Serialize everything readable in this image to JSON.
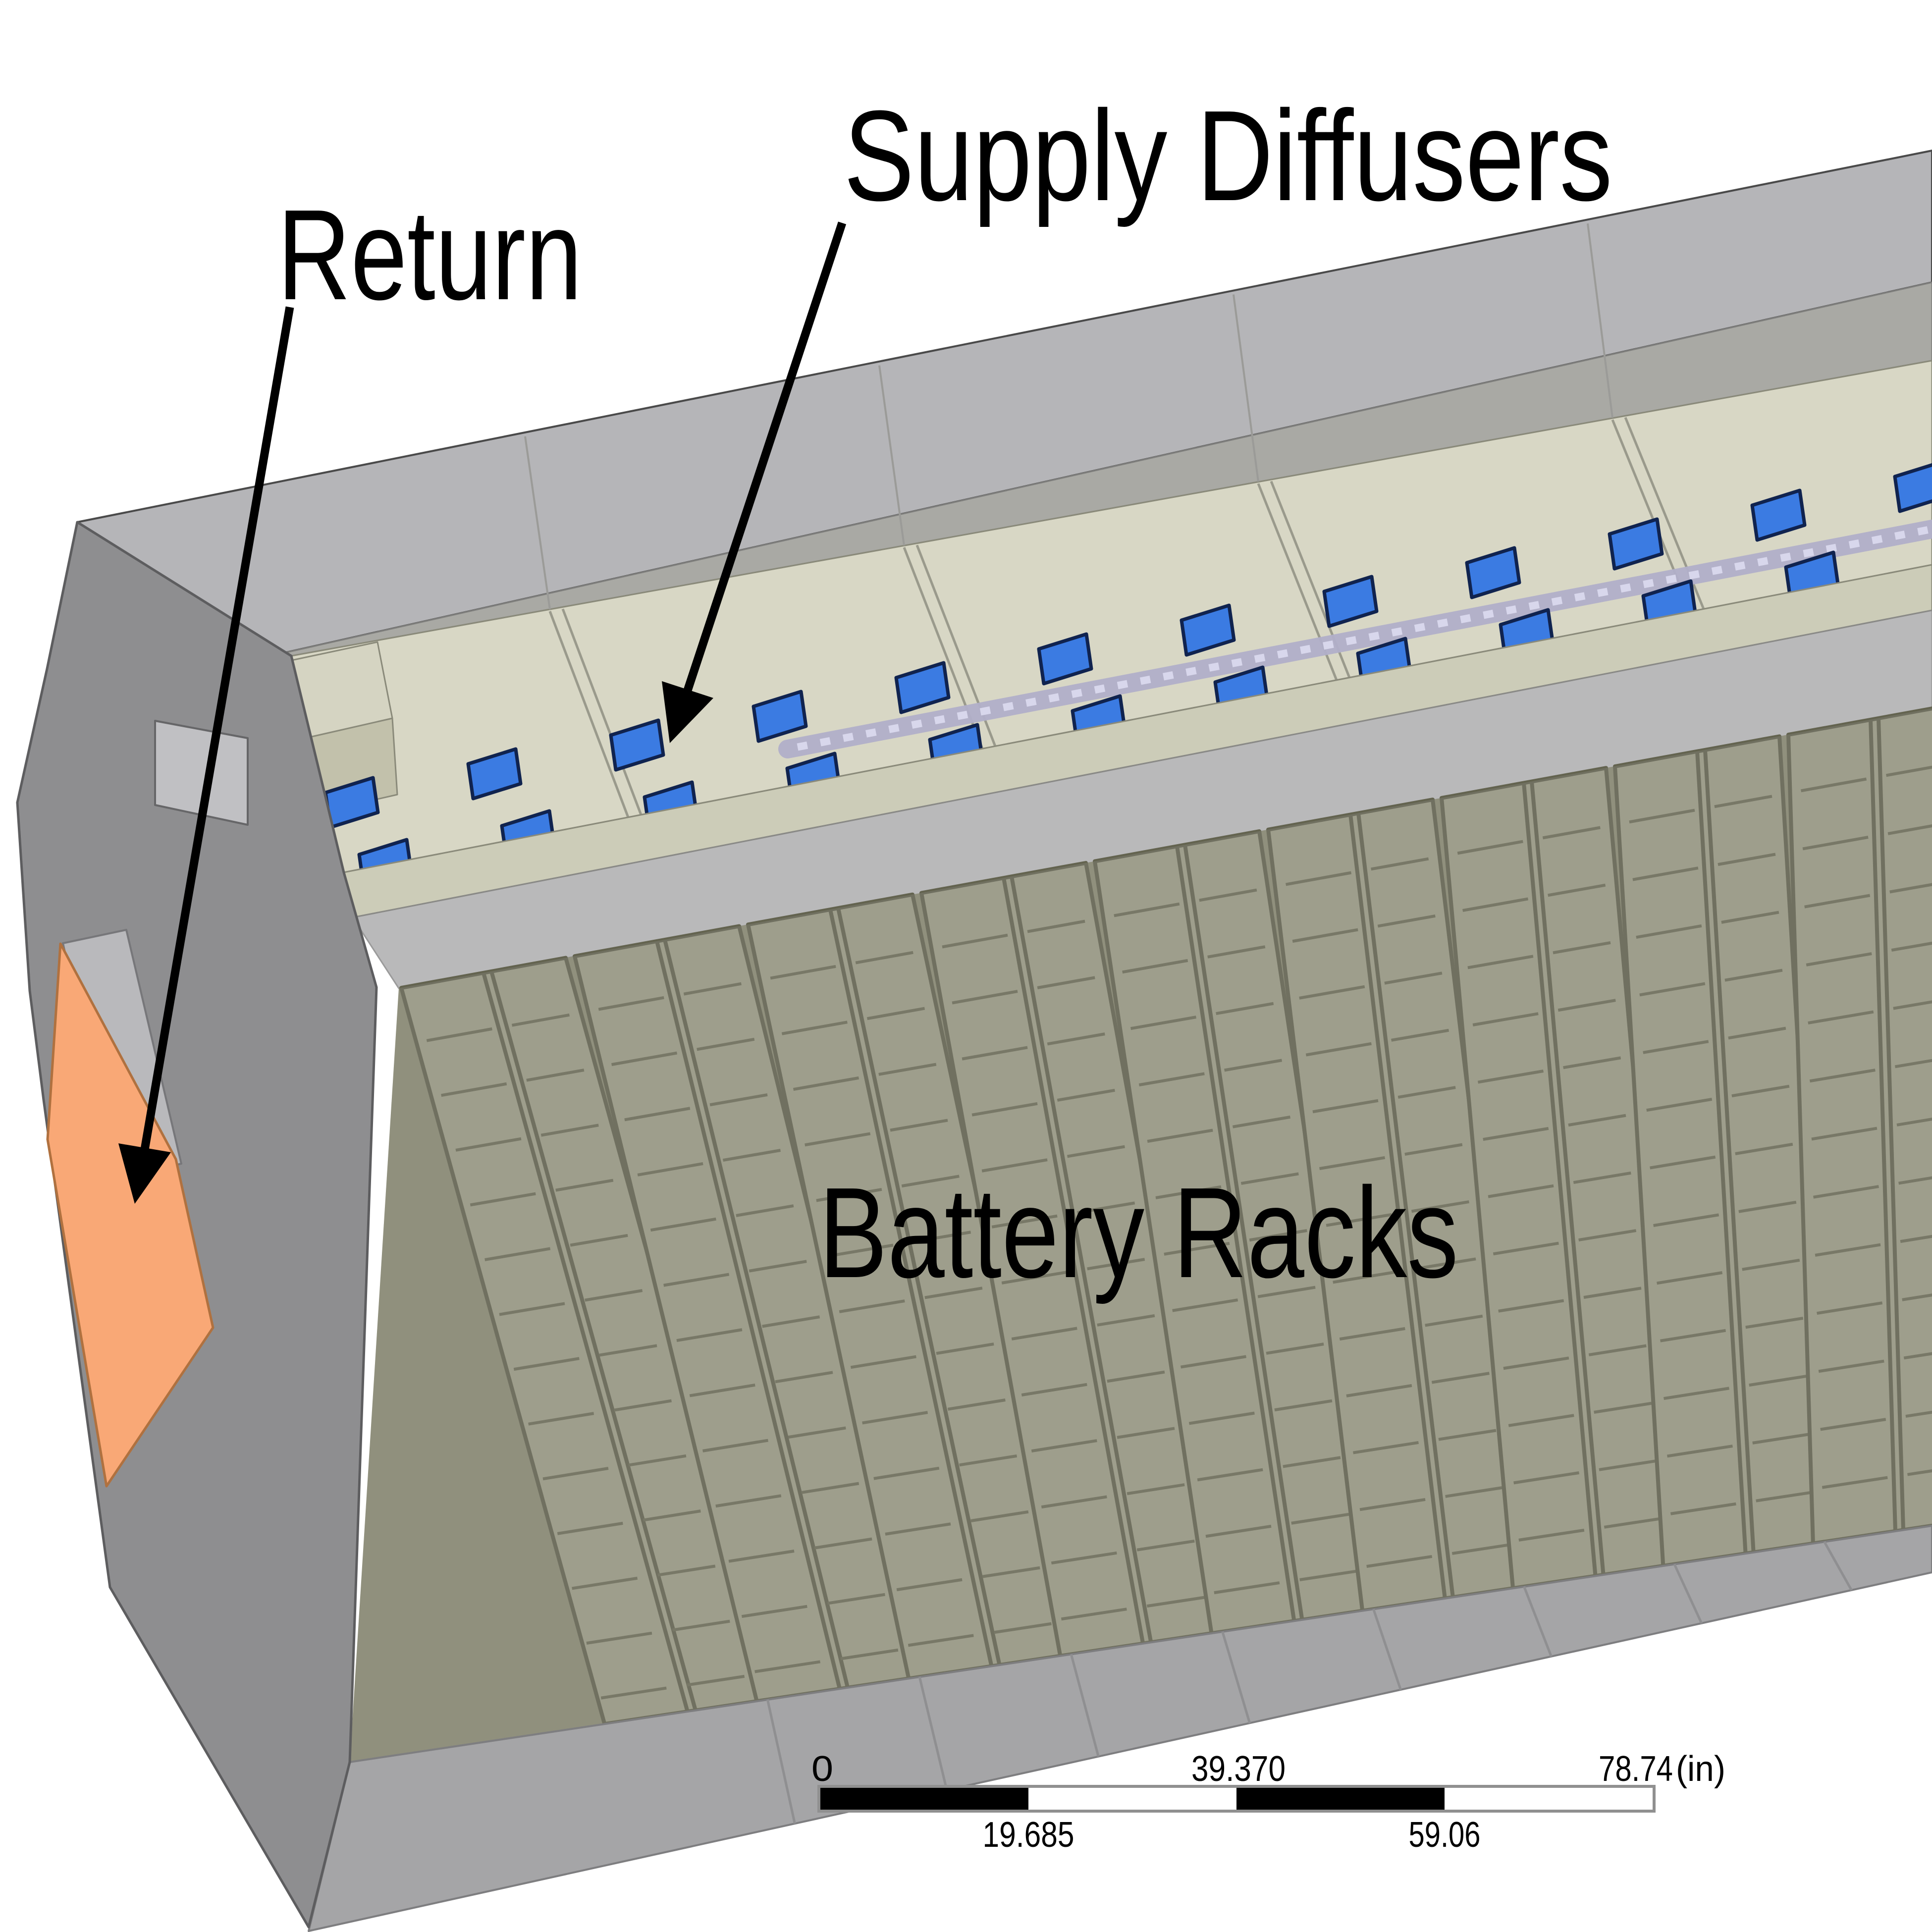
{
  "annotations": {
    "supply_label": "Supply Diffusers",
    "return_label": "Return",
    "racks_label": "Battery Racks"
  },
  "scale_bar": {
    "tick_0": "0",
    "tick_mid": "39.370",
    "tick_max": "78.74",
    "unit_label": "(in)",
    "tick_q1": "19.685",
    "tick_q3": "59.06"
  },
  "model": {
    "supply_diffusers": {
      "back_row_count": 12,
      "front_row_count": 11
    },
    "battery_racks": {
      "cabinet_count": 9,
      "columns_per_cabinet": 2,
      "shelves_per_column": 13
    },
    "return_vent_count": 1
  },
  "colors": {
    "background": "#ffffff",
    "wall_light": "#b5b5b8",
    "wall_mid": "#a9a9a4",
    "wall_dark": "#8e8e90",
    "roof": "#d8d7c5",
    "roof_face": "#ccccb8",
    "roof_box": "#d5d4c2",
    "roof_box_face": "#c2c1ab",
    "front_band": "#adadaf",
    "rack_base": "#8a8a72",
    "rack_face": "#9c9c84",
    "rack_line": "#6d6d57",
    "rack_border": "#63634f",
    "floor": "#a5a5a7",
    "diffuser": "#3b7be2",
    "diffuser_border": "#10234f",
    "duct": "#b2b0ca",
    "duct_dash": "#dddcf0",
    "return_vent": "#f9a876",
    "return_vent_border": "#b0713f",
    "vestibule_slab": "#b9b9bc",
    "duct_hole": "#c0c0c3",
    "annotation": "#000000",
    "scalebar_border": "#909090",
    "scalebar_black": "#000000",
    "scalebar_white": "#ffffff",
    "divider_line": "#9a9a8c",
    "seam_line": "#8f8f91",
    "outline": "#4a4a4a"
  }
}
